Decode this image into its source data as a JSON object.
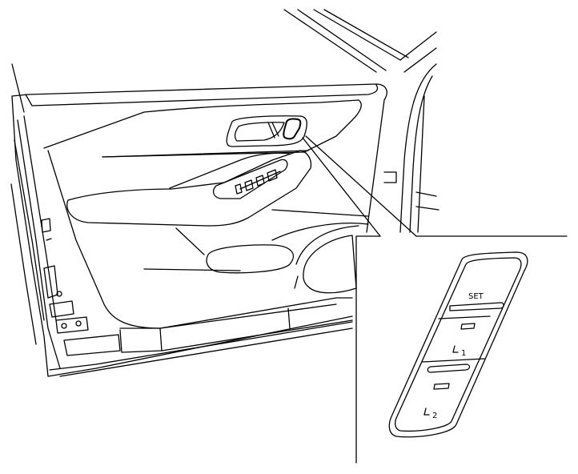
{
  "switch_panel": {
    "set_label": "SET",
    "memory_1_label": "1",
    "memory_2_label": "2"
  }
}
